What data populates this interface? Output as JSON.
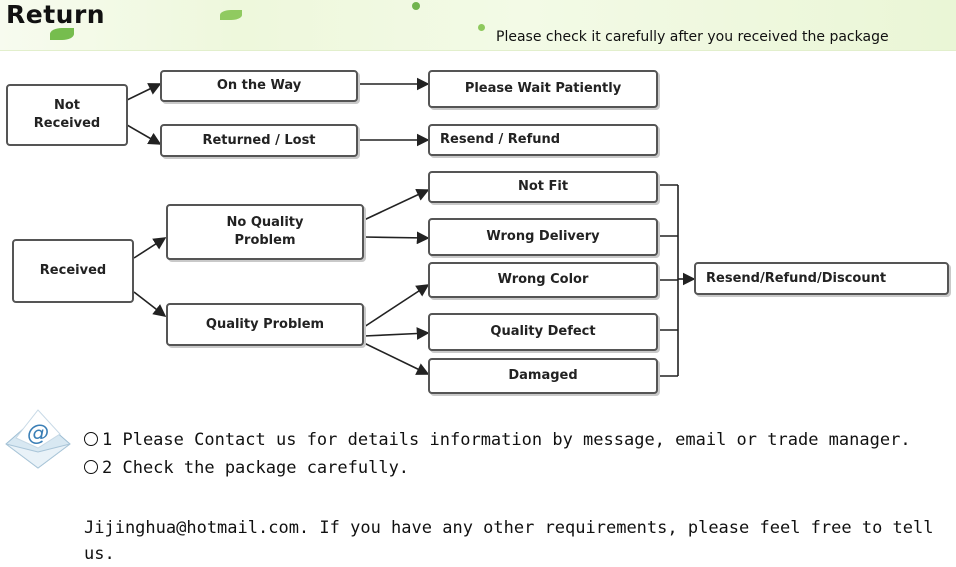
{
  "header": {
    "title": "Return",
    "tagline": "Please check it carefully after you received the package"
  },
  "flowchart": {
    "not_received": {
      "label": "Not Received",
      "branches": {
        "on_the_way": "On the Way",
        "returned_lost": "Returned / Lost"
      },
      "outcomes": {
        "wait": "Please Wait Patiently",
        "resend_refund": "Resend / Refund"
      }
    },
    "received": {
      "label": "Received",
      "branches": {
        "no_quality_problem": "No Quality Problem",
        "quality_problem": "Quality Problem"
      },
      "issues": {
        "not_fit": "Not Fit",
        "wrong_delivery": "Wrong Delivery",
        "wrong_color": "Wrong Color",
        "quality_defect": "Quality Defect",
        "damaged": "Damaged"
      },
      "resolution": "Resend/Refund/Discount"
    }
  },
  "notes": {
    "icon": "at-envelope-icon",
    "items": [
      "1 Please Contact us for details information by message, email or trade manager.",
      "2 Check the package carefully."
    ]
  },
  "footer": {
    "text": "Jijinghua@hotmail.com. If you have any other requirements, please feel free to tell us."
  }
}
